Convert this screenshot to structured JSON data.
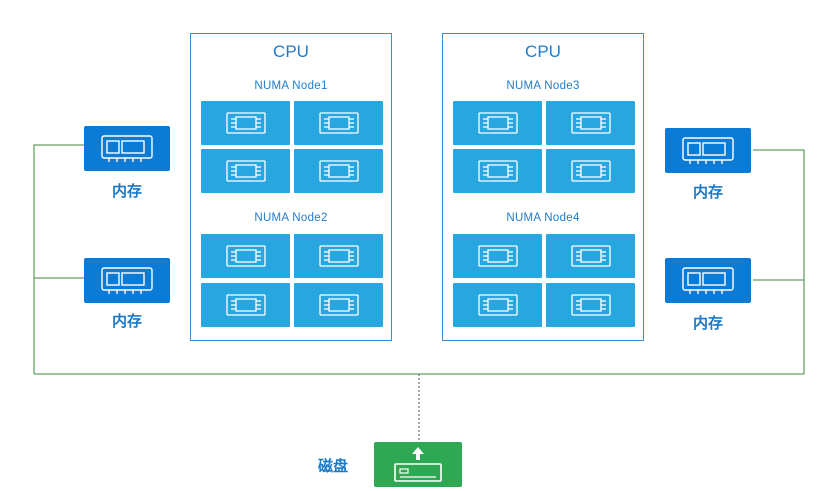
{
  "cpus": [
    {
      "title": "CPU",
      "nodes": [
        "NUMA  Node1",
        "NUMA  Node2"
      ]
    },
    {
      "title": "CPU",
      "nodes": [
        "NUMA  Node3",
        "NUMA  Node4"
      ]
    }
  ],
  "memory_label": "内存",
  "disk_label": "磁盘",
  "icons": {
    "core": "cpu-chip-icon",
    "memory": "memory-module-icon",
    "disk": "disk-drive-icon"
  },
  "colors": {
    "frame": "#3f8fd0",
    "title_text": "#1f7ccc",
    "core_fill": "#27a6e0",
    "memory_fill": "#0b7bd6",
    "disk_fill": "#2fa854",
    "wire": "#2e7d32"
  }
}
